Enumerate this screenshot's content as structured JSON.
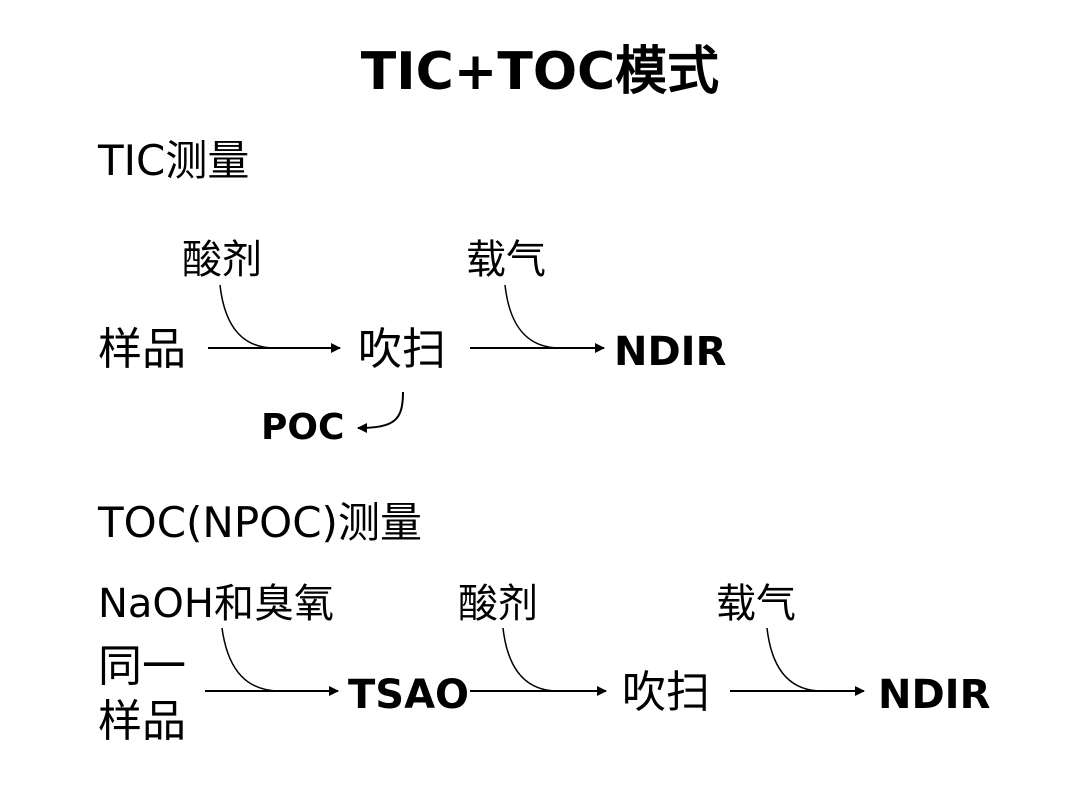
{
  "title": "TIC+TOC模式",
  "tic": {
    "heading": "TIC测量",
    "acid_label": "酸剂",
    "carrier_label": "载气",
    "sample": "样品",
    "purge": "吹扫",
    "detector": "NDIR",
    "poc": "POC"
  },
  "toc": {
    "heading": "TOC(NPOC)测量",
    "reagent_label": "NaOH和臭氧",
    "acid_label": "酸剂",
    "carrier_label": "载气",
    "sample_line1": "同一",
    "sample_line2": "样品",
    "tsao": "TSAO",
    "purge": "吹扫",
    "detector": "NDIR"
  }
}
